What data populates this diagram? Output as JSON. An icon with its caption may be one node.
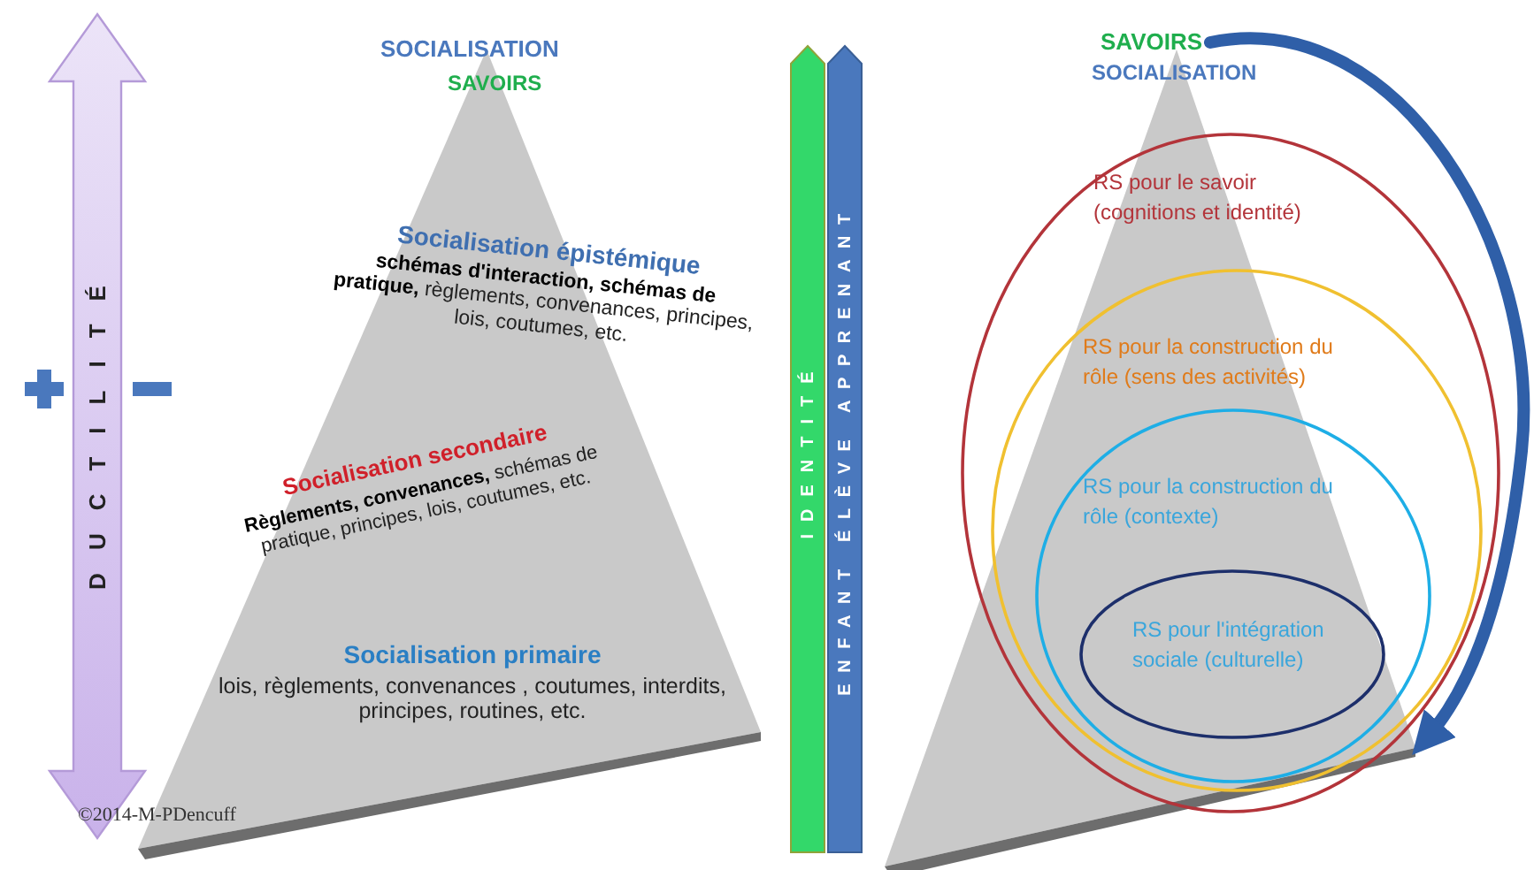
{
  "diagram": {
    "nodes": [
      {
        "text": [
          "DUCTILITÉ"
        ]
      },
      {
        "text": [],
        "shape": "triangle"
      },
      {
        "text": [
          "Socialisation épistémique",
          "**schémas d'interaction, schémas de pratique,** règlements, convenances, principes, lois, coutumes, etc."
        ],
        "in": 1
      },
      {
        "text": [
          "Socialisation secondaire",
          "**Règlements, convenances,** schémas de pratique, principes, lois, coutumes, etc."
        ],
        "in": 1
      },
      {
        "text": [
          "Socialisation primaire",
          "lois, règlements, convenances , coutumes, interdits, principes, routines, etc."
        ],
        "in": 1
      },
      {
        "text": [
          "IDENTITÉ"
        ]
      },
      {
        "text": [
          "ENFANT ÉLÈVE APPRENANT"
        ]
      },
      {
        "text": [
          "SAVOIRS"
        ]
      },
      {
        "text": [],
        "shape": "triangle"
      },
      {
        "text": [
          "RS pour le savoir (cognitions et identité)"
        ]
      },
      {
        "text": [
          "RS pour la construction du rôle (sens des activités)"
        ],
        "in": 9
      },
      {
        "text": [
          "RS pour la construction du rôle (contexte)"
        ],
        "in": 10
      },
      {
        "text": [
          "RS pour l'intégration sociale (culturelle)"
        ],
        "in": 11
      }
    ],
    "edges": [
      {
        "from": 7,
        "to": 8,
        "arrow": "to"
      }
    ],
    "labels": [
      "SOCIALISATION",
      "SAVOIRS",
      "SOCIALISATION",
      "©2014-M-PDencuff"
    ]
  }
}
